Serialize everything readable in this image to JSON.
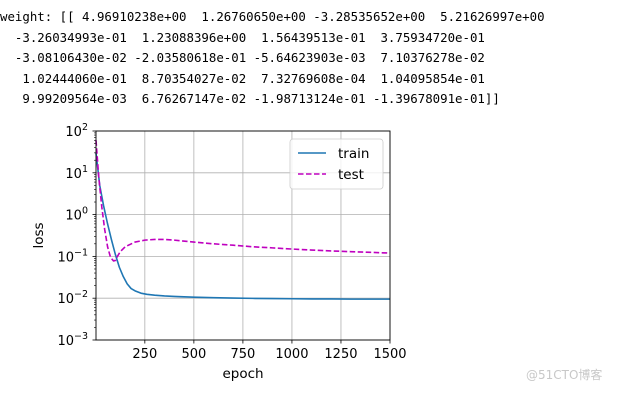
{
  "console": {
    "lines": [
      "weight: [[ 4.96910238e+00  1.26760650e+00 -3.28535652e+00  5.21626997e+00",
      "  -3.26034993e-01  1.23088396e+00  1.56439513e-01  3.75934720e-01",
      "  -3.08106430e-02 -2.03580618e-01 -5.64623903e-03  7.10376278e-02",
      "   1.02444060e-01  8.70354027e-02  7.32769608e-04  1.04095854e-01",
      "   9.99209564e-03  6.76267147e-02 -1.98713124e-01 -1.39678091e-01]]"
    ]
  },
  "chart_data": {
    "type": "line",
    "xlabel": "epoch",
    "ylabel": "loss",
    "xlim": [
      1,
      1500
    ],
    "ylim": [
      0.001,
      100
    ],
    "yscale": "log",
    "grid": true,
    "legend_position": "top-right",
    "xticks": [
      250,
      500,
      750,
      1000,
      1250,
      1500
    ],
    "xtick_labels": [
      "250",
      "500",
      "750",
      "1000",
      "1250",
      "1500"
    ],
    "yticks": [
      0.001,
      0.01,
      0.1,
      1,
      10,
      100
    ],
    "ytick_labels": [
      {
        "base": "10",
        "exp": "−3"
      },
      {
        "base": "10",
        "exp": "−2"
      },
      {
        "base": "10",
        "exp": "−1"
      },
      {
        "base": "10",
        "exp": "0"
      },
      {
        "base": "10",
        "exp": "1"
      },
      {
        "base": "10",
        "exp": "2"
      }
    ],
    "series": [
      {
        "name": "train",
        "color": "#1f77b4",
        "style": "solid",
        "x": [
          1,
          20,
          40,
          60,
          80,
          100,
          120,
          140,
          160,
          180,
          200,
          230,
          260,
          300,
          350,
          400,
          500,
          600,
          700,
          800,
          900,
          1000,
          1100,
          1200,
          1300,
          1400,
          1500
        ],
        "y": [
          30,
          5,
          1.6,
          0.6,
          0.25,
          0.11,
          0.055,
          0.033,
          0.022,
          0.017,
          0.015,
          0.0132,
          0.0124,
          0.0118,
          0.0113,
          0.011,
          0.0106,
          0.0103,
          0.0101,
          0.0099,
          0.0098,
          0.0097,
          0.0096,
          0.0096,
          0.0095,
          0.0095,
          0.0095
        ]
      },
      {
        "name": "test",
        "color": "#bf00bf",
        "style": "dashed",
        "x": [
          1,
          15,
          30,
          45,
          60,
          75,
          90,
          100,
          110,
          125,
          150,
          200,
          250,
          300,
          350,
          400,
          500,
          600,
          700,
          800,
          900,
          1000,
          1100,
          1200,
          1300,
          1400,
          1500
        ],
        "y": [
          60,
          8,
          1.6,
          0.45,
          0.17,
          0.095,
          0.078,
          0.08,
          0.1,
          0.13,
          0.17,
          0.22,
          0.245,
          0.255,
          0.255,
          0.245,
          0.22,
          0.2,
          0.185,
          0.17,
          0.16,
          0.15,
          0.142,
          0.135,
          0.13,
          0.125,
          0.12
        ]
      }
    ]
  },
  "watermark": {
    "text": "@51CTO博客"
  }
}
